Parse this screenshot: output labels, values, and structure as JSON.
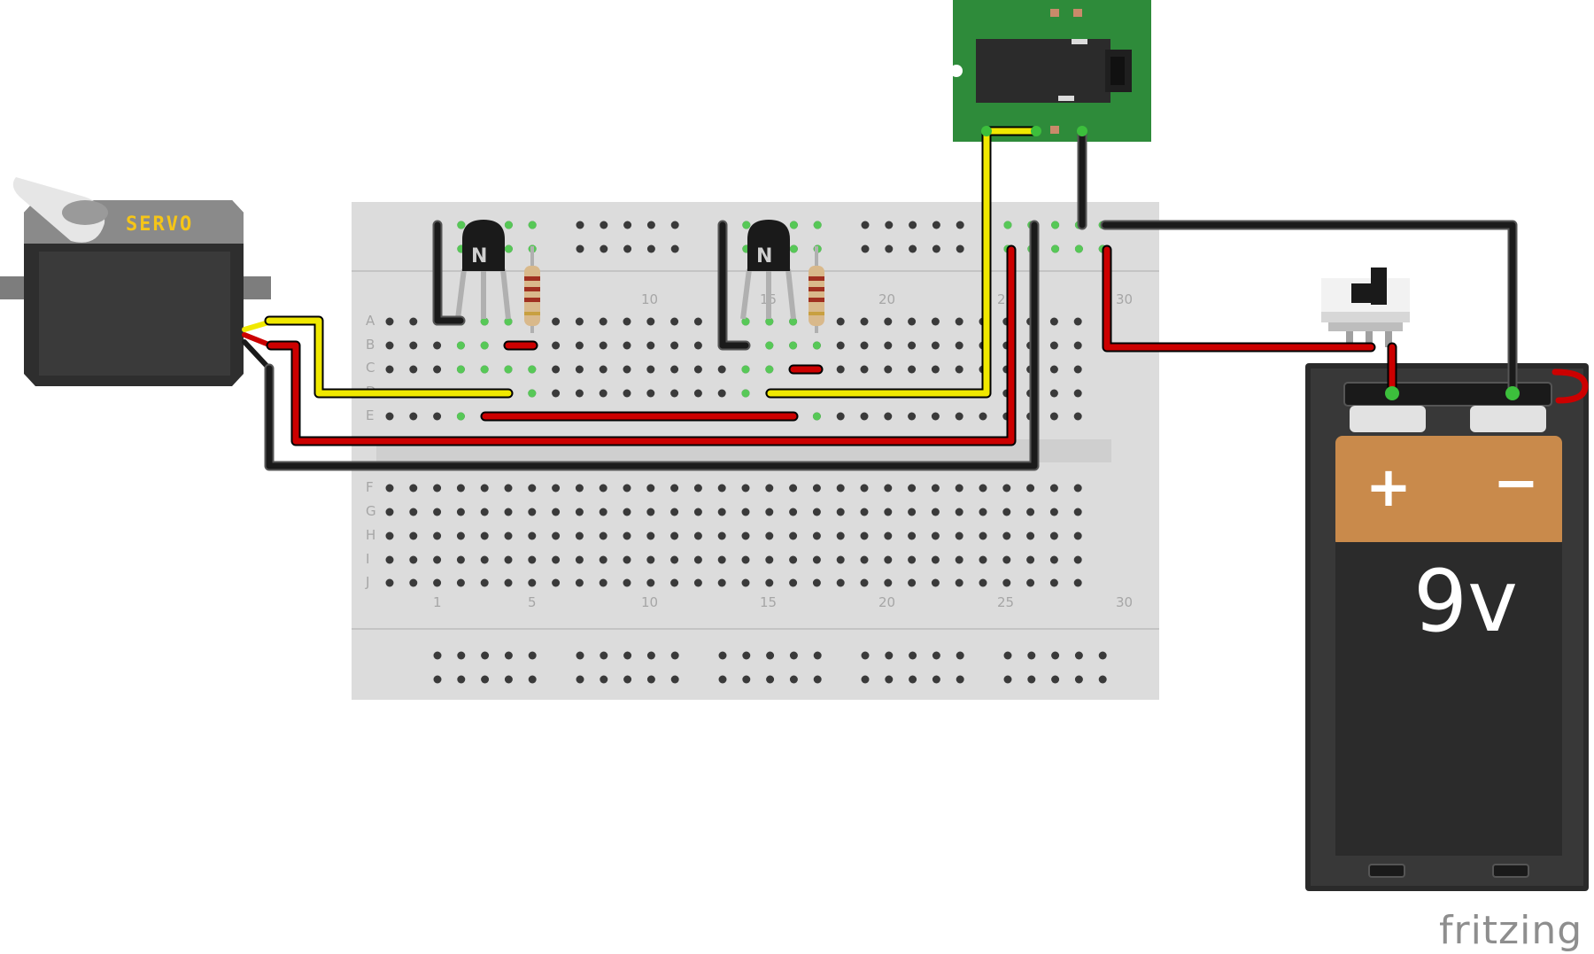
{
  "servo": {
    "label": "SERVO"
  },
  "breadboard": {
    "row_labels_top": [
      "A",
      "B",
      "C",
      "D",
      "E"
    ],
    "row_labels_bottom": [
      "F",
      "G",
      "H",
      "I",
      "J"
    ],
    "column_labels_top": [
      "10",
      "15",
      "20",
      "25",
      "30"
    ],
    "column_labels_bottom": [
      "1",
      "5",
      "10",
      "15",
      "20",
      "25",
      "30"
    ]
  },
  "transistors": [
    {
      "label": "N"
    },
    {
      "label": "N"
    }
  ],
  "battery": {
    "plus": "+",
    "minus": "−",
    "voltage": "9v"
  },
  "brand": {
    "text": "fritzing"
  },
  "colors": {
    "wire_red": "#cc0000",
    "wire_black": "#1a1a1a",
    "wire_yellow": "#f0e800",
    "pcb_green": "#2e8b3a",
    "breadboard": "#dcdcdc",
    "battery_copper": "#c98a4b"
  }
}
